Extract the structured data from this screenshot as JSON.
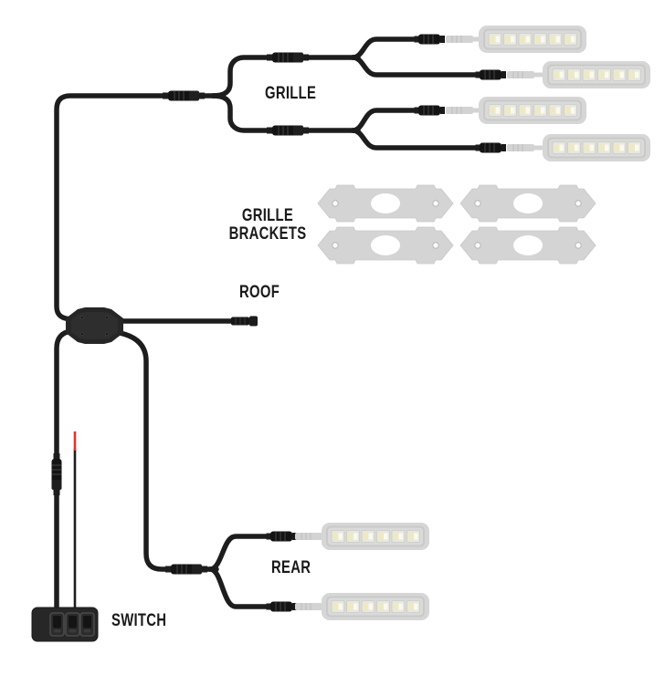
{
  "labels": {
    "grille": "GRILLE",
    "brackets_line1": "GRILLE",
    "brackets_line2": "BRACKETS",
    "roof": "ROOF",
    "rear": "REAR",
    "switch": "SWITCH"
  },
  "colors": {
    "cable_black": "#1d1d1d",
    "accent_red": "#e0362b",
    "component_gray": "#d5d5d5",
    "led_warm_white": "#f3edc2",
    "background": "#ffffff"
  },
  "components": {
    "grille_light_pods": 4,
    "grille_brackets": 4,
    "rear_light_pods": 2,
    "roof_outputs": 1,
    "switch_rockers": 3
  }
}
